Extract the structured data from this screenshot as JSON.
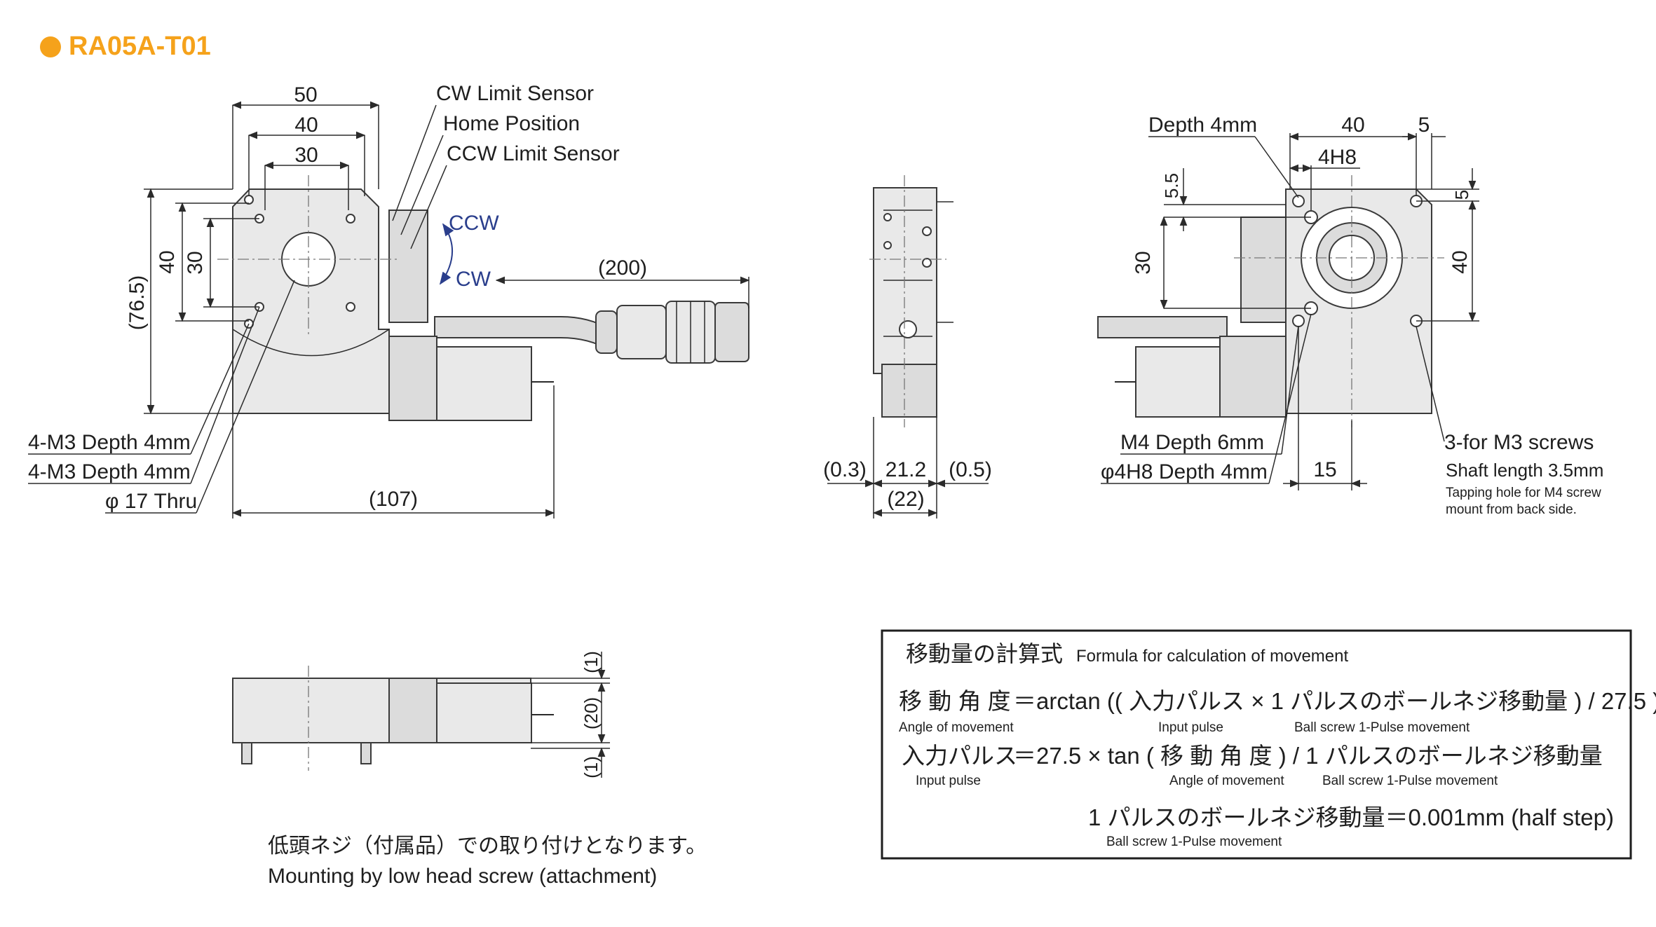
{
  "title": "RA05A-T01",
  "accent_color": "#f5a21b",
  "front_view": {
    "dims": {
      "w50": "50",
      "w40": "40",
      "w30": "30",
      "h76": "(76.5)",
      "h40": "40",
      "h30": "30",
      "l107": "(107)",
      "l200": "(200)"
    },
    "sensors": [
      "CW Limit Sensor",
      "Home Position",
      "CCW Limit Sensor"
    ],
    "rotation": {
      "ccw": "CCW",
      "cw": "CW"
    },
    "callouts": [
      "4-M3 Depth 4mm",
      "4-M3 Depth 4mm",
      "φ 17 Thru"
    ]
  },
  "side_view": {
    "dims": {
      "left": "(0.3)",
      "mid": "21.2",
      "right": "(0.5)",
      "total": "(22)"
    }
  },
  "right_view": {
    "dims": {
      "depth": "Depth 4mm",
      "w40": "40",
      "w5": "5",
      "h4h8": "4H8",
      "v55": "5.5",
      "v5": "5",
      "v30": "30",
      "v40": "40",
      "h15": "15"
    },
    "callouts": [
      "M4 Depth 6mm",
      "φ4H8 Depth 4mm"
    ],
    "screw_note": {
      "title": "3-for M3 screws",
      "shaft": "Shaft length 3.5mm",
      "tap1": "Tapping hole for M4 screw",
      "tap2": "mount from back side."
    }
  },
  "bottom_view": {
    "dims": {
      "top": "(1)",
      "mid": "(20)",
      "bottom": "(1)"
    },
    "note_jp": "低頭ネジ（付属品）での取り付けとなります。",
    "note_en": "Mounting by low head screw (attachment)"
  },
  "formula": {
    "title_jp": "移動量の計算式",
    "title_en": "Formula for calculation of movement",
    "line1": {
      "lhs": "移 動 角 度",
      "rhs": "＝arctan (( 入力パルス × 1 パルスのボールネジ移動量 ) / 27.5 )",
      "label_a": "Angle of movement",
      "label_b": "Input pulse",
      "label_c": "Ball screw 1-Pulse movement"
    },
    "line2": {
      "lhs": "入力パルス",
      "rhs": "＝27.5 × tan ( 移 動 角 度 ) / 1 パルスのボールネジ移動量",
      "label_a": "Input pulse",
      "label_b": "Angle of movement",
      "label_c": "Ball screw 1-Pulse movement"
    },
    "line3": {
      "rhs": "1 パルスのボールネジ移動量＝0.001mm (half step)",
      "label": "Ball screw 1-Pulse movement"
    }
  }
}
